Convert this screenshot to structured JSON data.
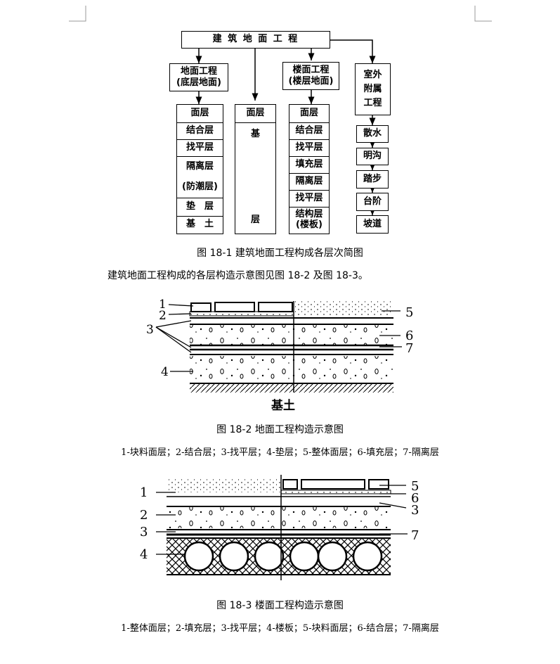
{
  "flowchart": {
    "root": "建 筑 地 面 工 程",
    "ground": {
      "header": "地面工程\n(底层地面)",
      "layers": [
        "面层",
        "结合层",
        "找平层",
        "隔离层\n\n(防潮层)",
        "垫　层",
        "基　土"
      ]
    },
    "base": {
      "header": "面层",
      "top": "基",
      "bottom": "层"
    },
    "floor": {
      "header": "楼面工程\n(楼层地面)",
      "layers": [
        "面层",
        "结合层",
        "找平层",
        "填充层",
        "隔离层",
        "找平层",
        "结构层\n(楼板)"
      ]
    },
    "outdoor": {
      "header": "室外\n附属\n工程",
      "items": [
        "散水",
        "明沟",
        "踏步",
        "台阶",
        "坡道"
      ]
    }
  },
  "fig1_caption": "图 18-1  建筑地面工程构成各层次简图",
  "paragraph": "建筑地面工程构成的各层构造示意图见图 18-2 及图 18-3。",
  "fig2": {
    "labels": [
      "1",
      "2",
      "3",
      "4",
      "5",
      "6",
      "7"
    ],
    "ground_label": "基土",
    "caption": "图 18-2  地面工程构造示意图",
    "legend": "1-块料面层；2-结合层；3-找平层；4-垫层；5-整体面层；6-填充层；7-隔离层"
  },
  "fig3": {
    "labels": [
      "1",
      "2",
      "3",
      "4",
      "5",
      "6",
      "3",
      "7"
    ],
    "caption": "图 18-3  楼面工程构造示意图",
    "legend": "1-整体面层；2-填充层；3-找平层；4-楼板；5-块料面层；6-结合层；7-隔离层"
  }
}
